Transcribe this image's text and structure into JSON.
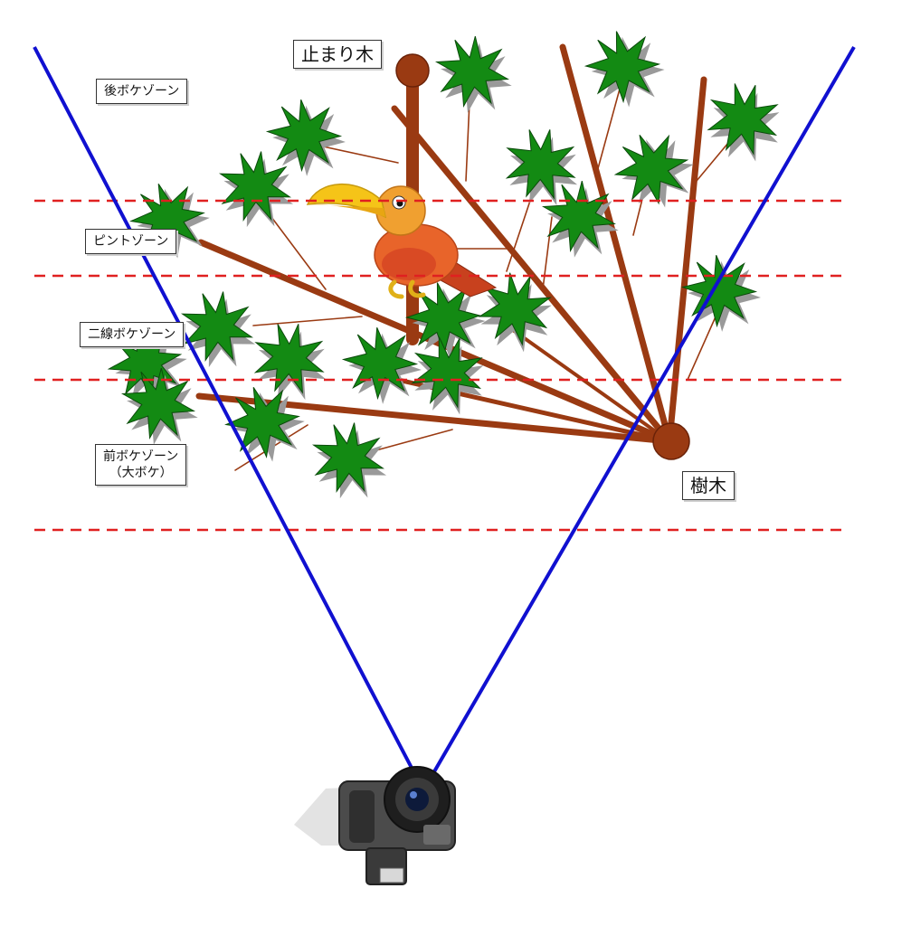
{
  "labels": {
    "perch": "止まり木",
    "tree": "樹木",
    "zone_back": "後ボケゾーン",
    "zone_focus": "ピントゾーン",
    "zone_line2": "二線ボケゾーン",
    "zone_front": "前ボケゾーン\n（大ボケ）"
  },
  "colors": {
    "view_lines": "#1010d0",
    "zone_dividers": "#e02020",
    "branch": "#9a3a12",
    "leaf": "#138a13",
    "leaf_shadow": "#9a9a9a",
    "bird_beak": "#f5c418",
    "bird_body": "#e8642a"
  },
  "icons": [
    "camera-icon",
    "bird-icon",
    "leaf-icon"
  ]
}
